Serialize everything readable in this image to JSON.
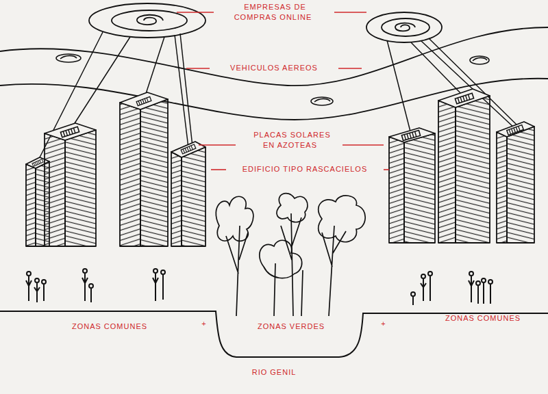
{
  "diagram": {
    "labels": [
      "EMPRESAS DE COMPRAS ONLINE",
      "VEHICULOS AEREOS",
      "PLACAS SOLARES EN AZOTEAS",
      "EDIFICIO TIPO RASCACIELOS",
      "ZONAS COMUNES",
      "+",
      "ZONAS VERDES",
      "+",
      "ZONAS COMUNES",
      "RIO GENIL"
    ]
  }
}
